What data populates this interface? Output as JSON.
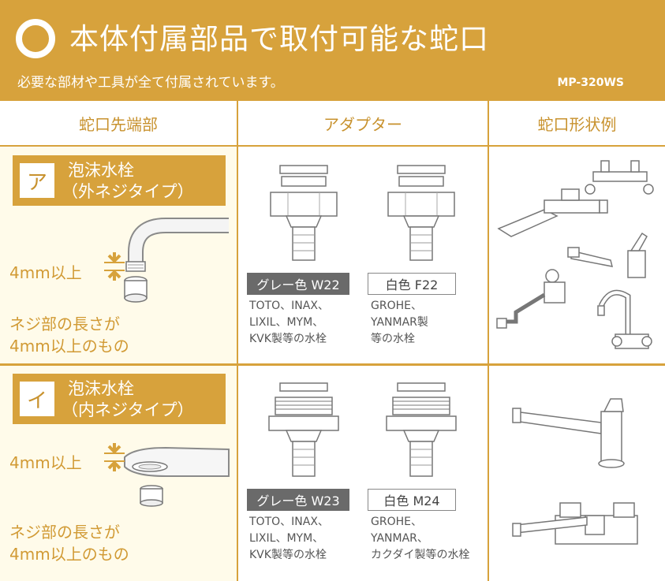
{
  "header": {
    "title": "本体付属部品で取付可能な蛇口",
    "subtitle": "必要な部材や工具が全て付属されています。",
    "model": "MP-320WS"
  },
  "columns": [
    "蛇口先端部",
    "アダプター",
    "蛇口形状例"
  ],
  "rows": [
    {
      "letter": "ア",
      "type_line1": "泡沫水栓",
      "type_line2": "（外ネジタイプ）",
      "measure": "4mm以上",
      "thread_line1": "ネジ部の長さが",
      "thread_line2": "4mm以上のもの",
      "adapters": [
        {
          "label": "グレー色 W22",
          "style": "gray",
          "brands": "TOTO、INAX、\nLIXIL、MYM、\nKVK製等の水栓"
        },
        {
          "label": "白色 F22",
          "style": "white",
          "brands": "GROHE、\nYANMAR製\n等の水栓"
        }
      ]
    },
    {
      "letter": "イ",
      "type_line1": "泡沫水栓",
      "type_line2": "（内ネジタイプ）",
      "measure": "4mm以上",
      "thread_line1": "ネジ部の長さが",
      "thread_line2": "4mm以上のもの",
      "adapters": [
        {
          "label": "グレー色 W23",
          "style": "gray",
          "brands": "TOTO、INAX、\nLIXIL、MYM、\nKVK製等の水栓"
        },
        {
          "label": "白色 M24",
          "style": "white",
          "brands": "GROHE、\nYANMAR、\nカクダイ製等の水栓"
        }
      ]
    }
  ],
  "colors": {
    "accent": "#d7a23c",
    "text_accent": "#c8922e",
    "gray_label": "#6a6a6a"
  }
}
